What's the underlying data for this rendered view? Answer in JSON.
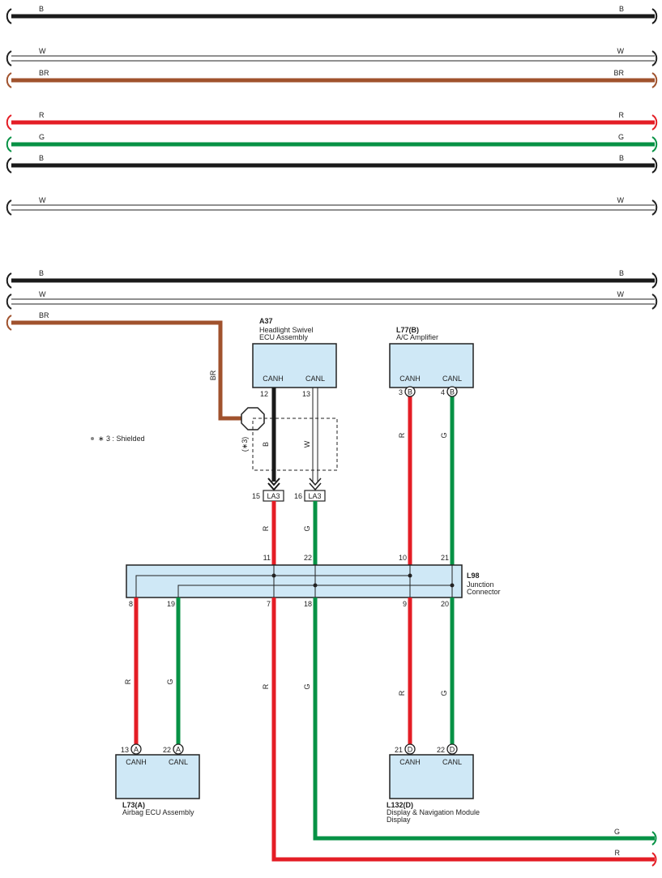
{
  "colors": {
    "B": "#1a1a1a",
    "W": "#ffffff",
    "BR": "#a0522d",
    "R": "#e41d25",
    "G": "#079245",
    "box_fill": "#cfe8f6"
  },
  "wire_rows_top": [
    {
      "code": "B",
      "left": "B",
      "right": "B"
    },
    {
      "code": "W",
      "left": "W",
      "right": "W"
    },
    {
      "code": "BR",
      "left": "BR",
      "right": "BR"
    },
    {
      "code": "R",
      "left": "R",
      "right": "R"
    },
    {
      "code": "G",
      "left": "G",
      "right": "G"
    },
    {
      "code": "B",
      "left": "B",
      "right": "B"
    },
    {
      "code": "W",
      "left": "W",
      "right": "W"
    }
  ],
  "wire_rows_mid": [
    {
      "code": "B",
      "left": "B",
      "right": "B"
    },
    {
      "code": "W",
      "left": "W",
      "right": "W"
    },
    {
      "code": "BR",
      "left": "BR"
    }
  ],
  "components": {
    "a37": {
      "id": "A37",
      "name_line1": "Headlight Swivel",
      "name_line2": "ECU Assembly",
      "pin_left": "CANH",
      "pin_right": "CANL",
      "pin_num_left": "12",
      "pin_num_right": "13"
    },
    "l77": {
      "id": "L77(B)",
      "name_line1": "A/C Amplifier",
      "pin_left": "CANH",
      "pin_right": "CANL",
      "pin_num_left": "3",
      "pin_num_right": "4",
      "conn": "B"
    },
    "l98": {
      "id": "L98",
      "name_line1": "Junction",
      "name_line2": "Connector",
      "top_pins": [
        "11",
        "22",
        "10",
        "21"
      ],
      "bottom_pins": [
        "8",
        "19",
        "7",
        "18",
        "9",
        "20"
      ]
    },
    "l73": {
      "id": "L73(A)",
      "name_line1": "Airbag ECU Assembly",
      "pin_left": "CANH",
      "pin_right": "CANL",
      "pin_num_left": "13",
      "pin_num_right": "22",
      "conn": "A"
    },
    "l132": {
      "id": "L132(D)",
      "name_line1": "Display & Navigation Module",
      "name_line2": "Display",
      "pin_left": "CANH",
      "pin_right": "CANL",
      "pin_num_left": "21",
      "pin_num_right": "22",
      "conn": "D"
    }
  },
  "connectors": {
    "la3_left": {
      "label": "LA3",
      "pin": "15"
    },
    "la3_right": {
      "label": "LA3",
      "pin": "16"
    }
  },
  "wire_labels": {
    "br_vertical": "BR",
    "a37_canh": "B",
    "a37_canl": "W",
    "shield_note_ref": "(∗3)",
    "la3_left_below": "R",
    "la3_right_below": "G",
    "l77_left": "R",
    "l77_right": "G",
    "l73_left": "R",
    "l73_right": "G",
    "long_left": "R",
    "long_right": "G",
    "l132_left": "R",
    "l132_right": "G",
    "bottom_g": "G",
    "bottom_r": "R"
  },
  "note": "∗ 3 : Shielded"
}
